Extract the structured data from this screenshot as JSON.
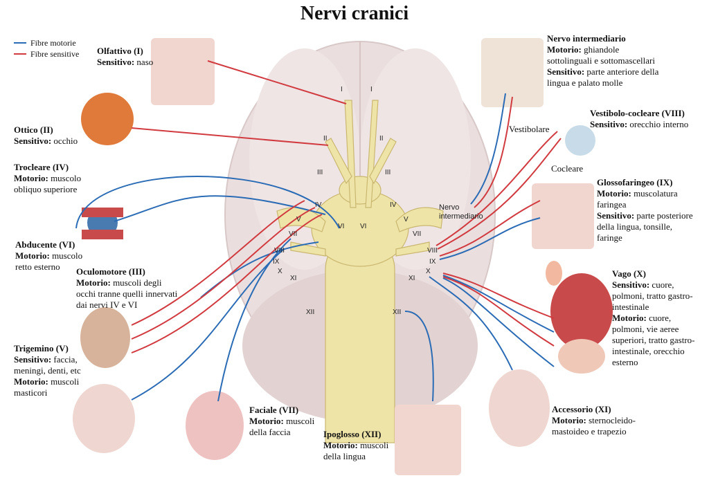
{
  "title": "Nervi cranici",
  "colors": {
    "motor": "#2a6bb5",
    "sensory": "#d13a3f",
    "nerve": "#efe4a8",
    "brain": "#e8dada"
  },
  "legend": {
    "motor": "Fibre motorie",
    "sensory": "Fibre sensitive"
  },
  "nerves": {
    "olfattivo": {
      "name": "Olfattivo (I)",
      "k1": "Sensitivo:",
      "v1": " naso"
    },
    "ottico": {
      "name": "Ottico (II)",
      "k1": "Sensitivo:",
      "v1": " occhio"
    },
    "trocleare": {
      "name": "Trocleare (IV)",
      "k1": "Motorio:",
      "v1": " muscolo obliquo superiore"
    },
    "abducente": {
      "name": "Abducente (VI)",
      "k1": "Motorio:",
      "v1": " muscolo retto esterno"
    },
    "oculomotore": {
      "name": "Oculomotore (III)",
      "k1": "Motorio:",
      "v1": " muscoli degli occhi tranne quelli innervati dai nervi IV e VI"
    },
    "trigemino": {
      "name": "Trigemino (V)",
      "k1": "Sensitivo:",
      "v1": " faccia, meningi, denti, etc",
      "k2": "Motorio:",
      "v2": " muscoli masticori"
    },
    "faciale": {
      "name": "Faciale (VII)",
      "k1": "Motorio:",
      "v1": " muscoli della faccia"
    },
    "ipoglosso": {
      "name": "Ipoglosso (XII)",
      "k1": "Motorio:",
      "v1": " muscoli della lingua"
    },
    "accessorio": {
      "name": "Accessorio (XI)",
      "k1": "Motorio:",
      "v1": " sternocleido-mastoideo e trapezio"
    },
    "vago": {
      "name": "Vago (X)",
      "k1": "Sensitivo:",
      "v1": " cuore, polmoni, tratto gastro-intestinale",
      "k2": "Motorio:",
      "v2": " cuore, polmoni, vie aeree superiori, tratto gastro-intestinale, orecchio esterno"
    },
    "glosso": {
      "name": "Glossofaringeo (IX)",
      "k1": "Motorio:",
      "v1": " muscolatura faringea",
      "k2": "Sensitivo:",
      "v2": " parte posteriore della lingua, tonsille, faringe"
    },
    "vestibolo": {
      "name": "Vestibolo-cocleare (VIII)",
      "k1": "Sensitivo:",
      "v1": " orecchio interno"
    },
    "intermediario": {
      "name": "Nervo intermediario",
      "k1": "Motorio:",
      "v1": " ghiandole sottolinguali e sottomascellari",
      "k2": "Sensitivo:",
      "v2": " parte anteriore della lingua e palato molle"
    }
  },
  "small_labels": {
    "vestibolare": "Vestibolare",
    "cocleare": "Cocleare",
    "nervo_int": "Nervo intermediario"
  },
  "numerals": {
    "I": "I",
    "II": "II",
    "III": "III",
    "IV": "IV",
    "V": "V",
    "VI": "VI",
    "VII": "VII",
    "VIII": "VIII",
    "IX": "IX",
    "X": "X",
    "XI": "XI",
    "XII": "XII"
  }
}
